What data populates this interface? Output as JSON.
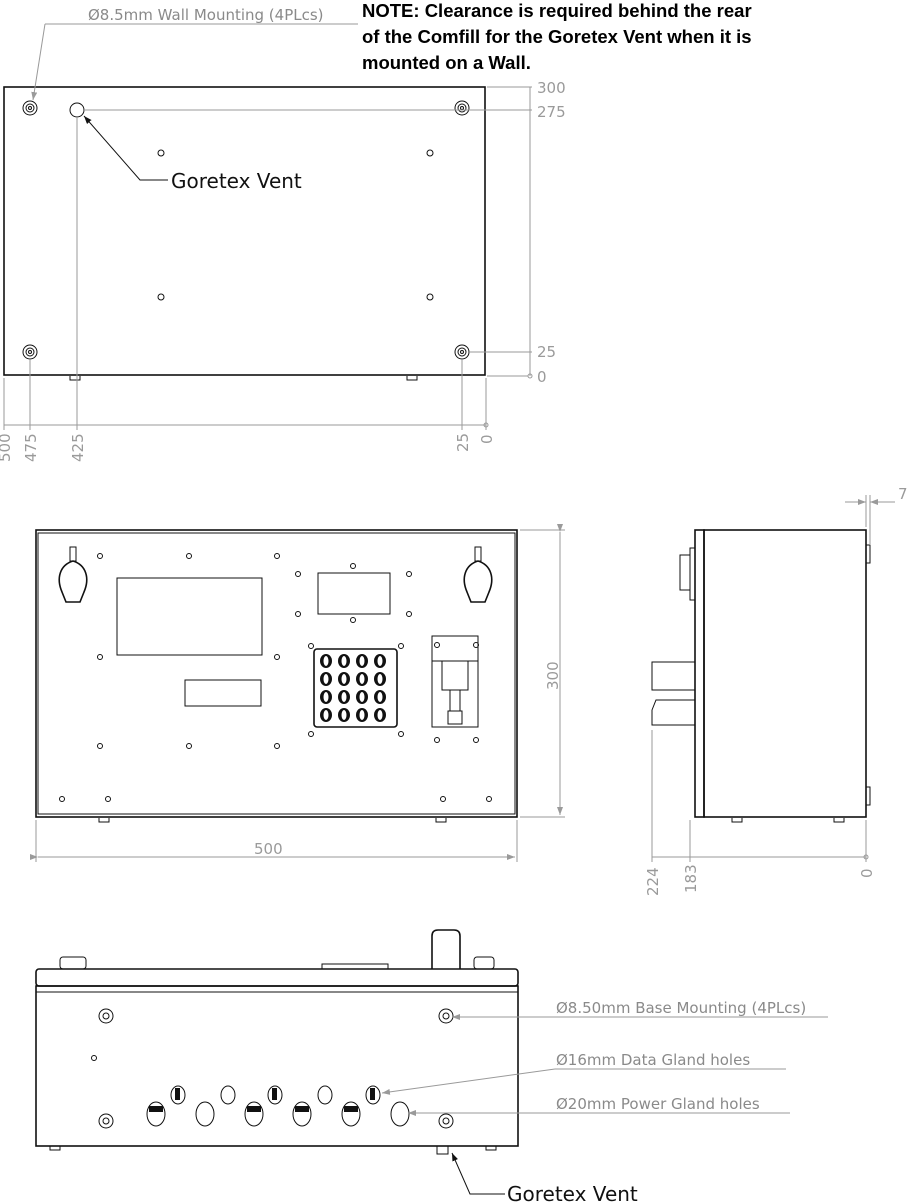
{
  "note": {
    "lines": [
      "NOTE: Clearance is required behind the rear",
      "of the Comfill for the Goretex Vent when it is",
      "mounted on a Wall."
    ]
  },
  "rear_view": {
    "wall_mounting_label": "Ø8.5mm Wall Mounting (4PLcs)",
    "vent_label": "Goretex Vent",
    "vertical_dims": [
      "300",
      "275",
      "25",
      "0"
    ],
    "horizontal_dims": [
      "500",
      "475",
      "425",
      "25",
      "0"
    ]
  },
  "front_view": {
    "height_dim": "300",
    "width_dim": "500",
    "keypad_keys": 16
  },
  "side_view": {
    "offset_dim": "7",
    "depth_dims": [
      "224",
      "183",
      "0"
    ]
  },
  "bottom_view": {
    "base_mounting_label": "Ø8.50mm Base Mounting (4PLcs)",
    "data_gland_label": "Ø16mm Data Gland holes",
    "power_gland_label": "Ø20mm Power Gland holes",
    "vent_label": "Goretex Vent"
  },
  "colors": {
    "outline": "#111111",
    "dimension": "#9a9a9a",
    "note": "#000000"
  }
}
